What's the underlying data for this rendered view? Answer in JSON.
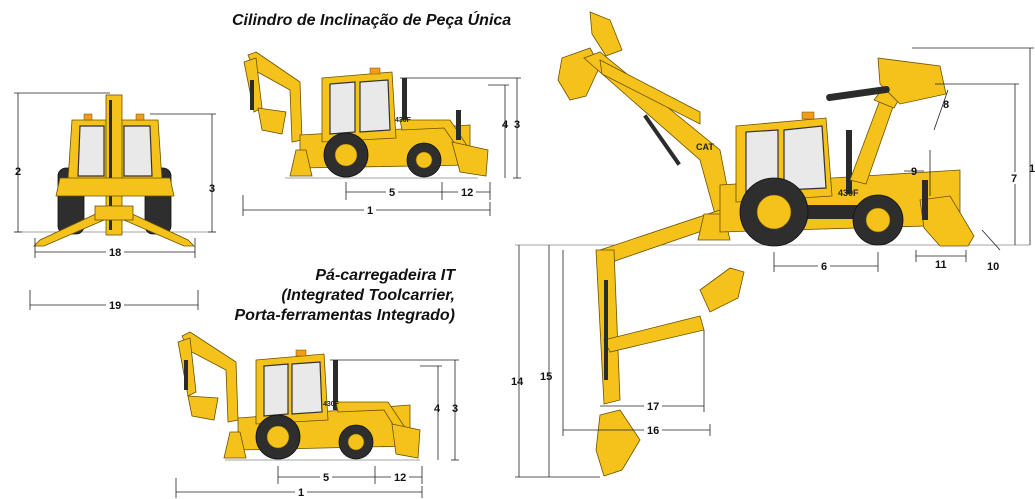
{
  "captions": {
    "single_tilt": "Cilindro de Inclinação de Peça Única",
    "it_loader_line1": "Pá-carregadeira IT",
    "it_loader_line2": "(Integrated Toolcarrier,",
    "it_loader_line3": "Porta-ferramentas Integrado)"
  },
  "badges": {
    "model": "430F",
    "brand": "CAT"
  },
  "dims": {
    "front": {
      "d2": "2",
      "d3": "3",
      "d18": "18",
      "d19": "19"
    },
    "top": {
      "d4": "4",
      "d3": "3",
      "d5": "5",
      "d12": "12",
      "d1": "1"
    },
    "bottom": {
      "d4": "4",
      "d3": "3",
      "d5": "5",
      "d12": "12",
      "d1": "1"
    },
    "right": {
      "d8": "8",
      "d9": "9",
      "d7": "7",
      "d1": "1",
      "d10": "10",
      "d11": "11",
      "d6": "6",
      "d14": "14",
      "d15": "15",
      "d17": "17",
      "d16": "16"
    }
  },
  "colors": {
    "machine_yellow": "#f4c21a",
    "tire": "#2e2e2e"
  }
}
